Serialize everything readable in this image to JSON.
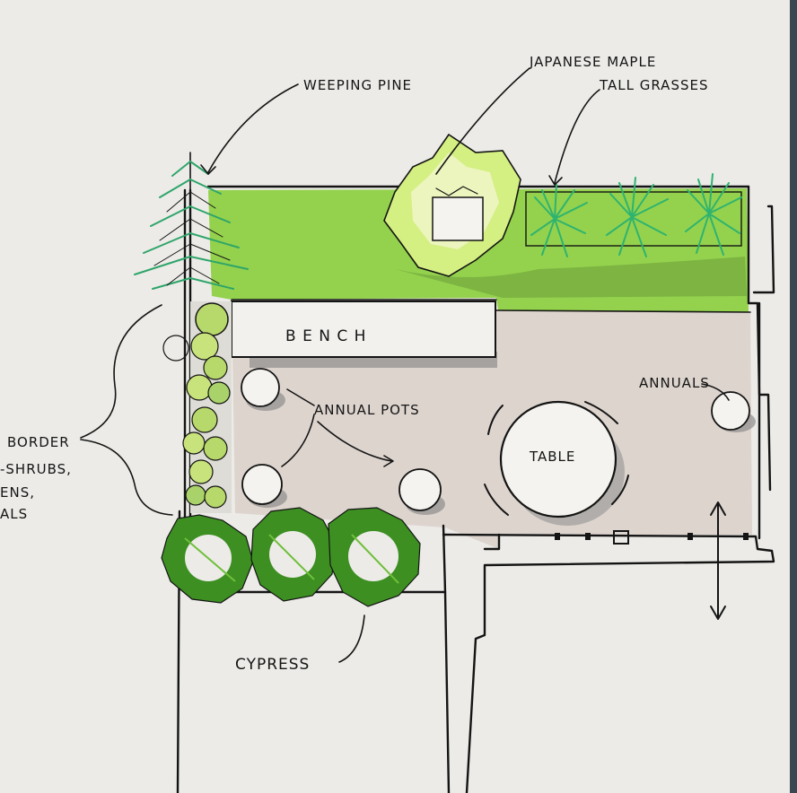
{
  "labels": {
    "weeping_pine": "WEEPING PINE",
    "japanese_maple": "JAPANESE MAPLE",
    "tall_grasses": "TALL GRASSES",
    "bench": "B E N C H",
    "annual_pots": "ANNUAL POTS",
    "annuals": "ANNUALS",
    "table": "TABLE",
    "border_line1": "BORDER",
    "border_line2": "-SHRUBS,",
    "border_line3": "ENS,",
    "border_line4": "ALS",
    "cypress": "CYPRESS"
  },
  "colors": {
    "paper": "#ecebe8",
    "lawn": "#8ccf3f",
    "patio": "#dcd3cc",
    "ink": "#141414",
    "shadow": "#8d8d8d",
    "cypress": "#3d8f22",
    "maple": "#d4ef82",
    "grass": "#2fb36f"
  }
}
